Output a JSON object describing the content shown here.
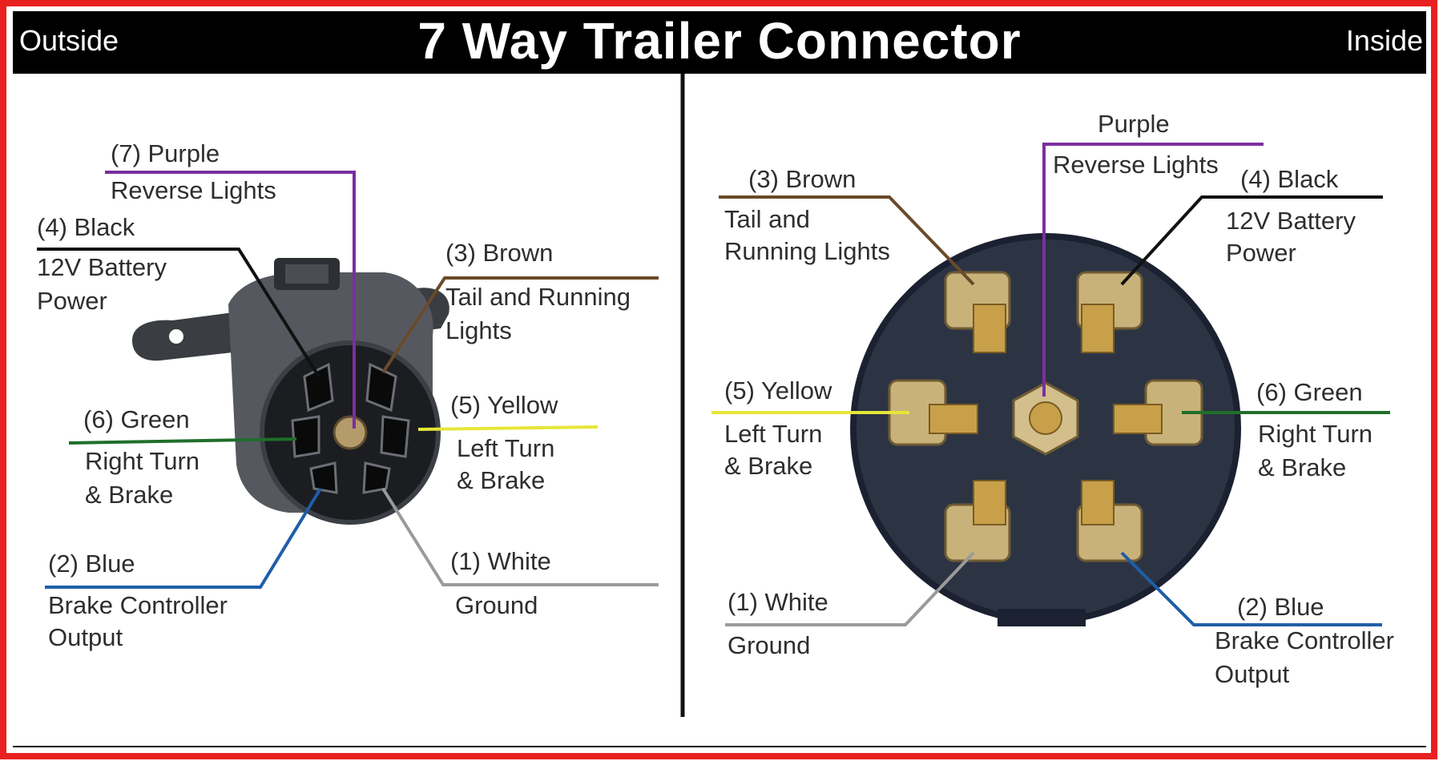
{
  "header": {
    "title": "7 Way Trailer Connector",
    "left": "Outside",
    "right": "Inside"
  },
  "colors": {
    "frame": "#e8201f",
    "header_bg": "#000000",
    "purple": "#7b2fa0",
    "black": "#111111",
    "brown": "#6a4a2a",
    "green": "#1f6e2a",
    "yellow": "#e6e63a",
    "blue": "#1f5ea8",
    "white": "#9a9a9a"
  },
  "outside": {
    "purple": {
      "id": "(7) Purple",
      "function": "Reverse Lights"
    },
    "black": {
      "id": "(4) Black",
      "function_1": "12V Battery",
      "function_2": "Power"
    },
    "brown": {
      "id": "(3) Brown",
      "function_1": "Tail and Running",
      "function_2": "Lights"
    },
    "green": {
      "id": "(6) Green",
      "function_1": "Right Turn",
      "function_2": "& Brake"
    },
    "yellow": {
      "id": "(5) Yellow",
      "function_1": "Left Turn",
      "function_2": "& Brake"
    },
    "blue": {
      "id": "(2) Blue",
      "function_1": "Brake Controller",
      "function_2": "Output"
    },
    "white": {
      "id": "(1) White",
      "function": "Ground"
    }
  },
  "inside": {
    "purple": {
      "id": "Purple",
      "function": "Reverse Lights"
    },
    "brown": {
      "id": "(3) Brown",
      "function_1": "Tail and",
      "function_2": "Running Lights"
    },
    "black": {
      "id": "(4) Black",
      "function_1": "12V Battery",
      "function_2": "Power"
    },
    "yellow": {
      "id": "(5) Yellow",
      "function_1": "Left Turn",
      "function_2": "& Brake"
    },
    "green": {
      "id": "(6) Green",
      "function_1": "Right Turn",
      "function_2": "& Brake"
    },
    "white": {
      "id": "(1) White",
      "function": "Ground"
    },
    "blue": {
      "id": "(2) Blue",
      "function_1": "Brake Controller",
      "function_2": "Output"
    }
  }
}
